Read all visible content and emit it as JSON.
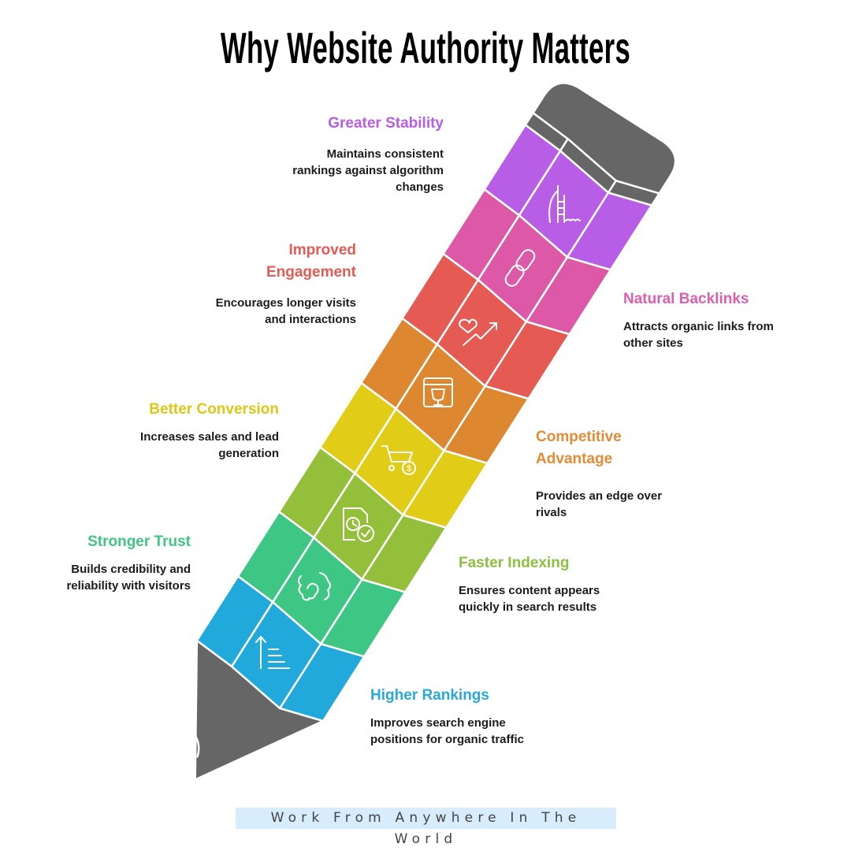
{
  "title": "Why Website Authority Matters",
  "footer": "Work From Anywhere In The World",
  "items": [
    {
      "id": "stability",
      "title": "Greater Stability",
      "description": "Maintains consistent rankings against algorithm changes",
      "color": "#b75de6",
      "icon": "sail-building-icon",
      "side": "left"
    },
    {
      "id": "backlinks",
      "title": "Natural Backlinks",
      "description": "Attracts organic links from other sites",
      "color": "#dd58a6",
      "icon": "chain-link-icon",
      "side": "right"
    },
    {
      "id": "engagement",
      "title": "Improved Engagement",
      "description": "Encourages longer visits and interactions",
      "color": "#e55a53",
      "icon": "heart-growth-icon",
      "side": "left"
    },
    {
      "id": "competitive",
      "title": "Competitive Advantage",
      "description": "Provides an edge over rivals",
      "color": "#de8731",
      "icon": "trophy-browser-icon",
      "side": "right"
    },
    {
      "id": "conversion",
      "title": "Better Conversion",
      "description": "Increases sales and lead generation",
      "color": "#e1cd18",
      "icon": "cart-dollar-icon",
      "side": "left"
    },
    {
      "id": "indexing",
      "title": "Faster Indexing",
      "description": "Ensures content appears quickly in search results",
      "color": "#93bf3a",
      "icon": "document-clock-check-icon",
      "side": "right"
    },
    {
      "id": "trust",
      "title": "Stronger Trust",
      "description": "Builds credibility and reliability with visitors",
      "color": "#3ec784",
      "icon": "handshake-icon",
      "side": "left"
    },
    {
      "id": "rankings",
      "title": "Higher Rankings",
      "description": "Improves search engine positions for organic traffic",
      "color": "#22a9dc",
      "icon": "ranking-list-icon",
      "side": "right"
    }
  ],
  "colors": {
    "pencil_gray": "#666666",
    "stability_text": "#b75de6",
    "backlinks_text": "#de5db0",
    "engagement_text": "#e55a53",
    "competitive_text": "#e58b38",
    "conversion_text": "#dcc817",
    "indexing_text": "#8cc040",
    "trust_text": "#3ec784",
    "rankings_text": "#29a8dc",
    "footer_bg": "#d7edfb"
  }
}
